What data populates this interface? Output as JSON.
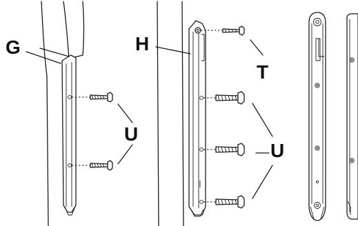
{
  "labels": {
    "g": "G",
    "h": "H",
    "t": "T",
    "u1": "U",
    "u2": "U"
  }
}
